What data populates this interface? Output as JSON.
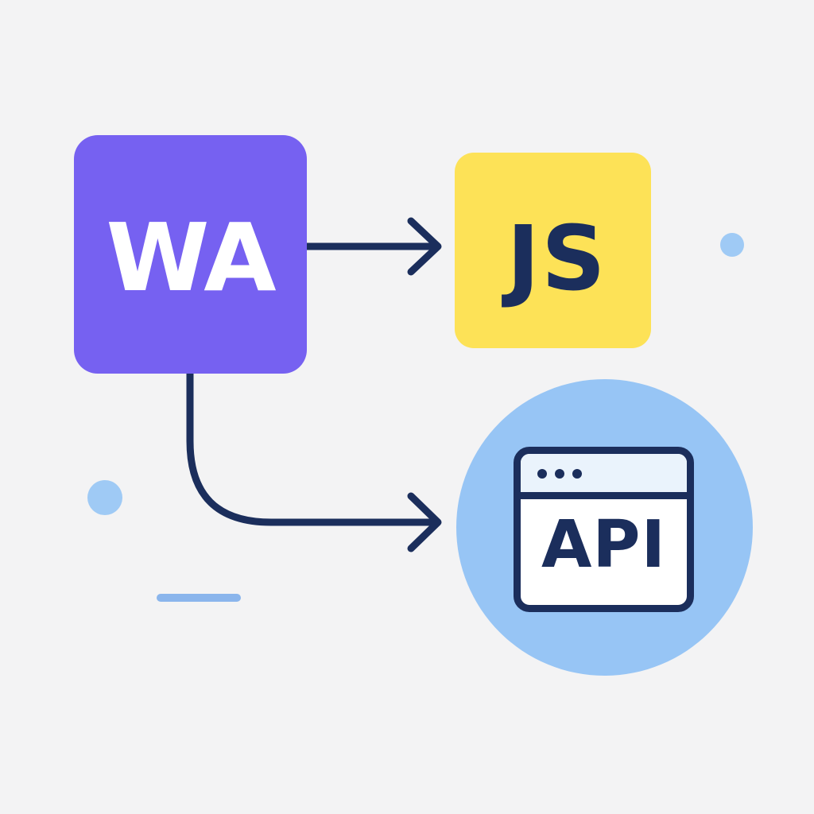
{
  "nodes": {
    "wa": {
      "label": "WA",
      "color": "#7661f1"
    },
    "js": {
      "label": "JS",
      "color": "#fde257",
      "text_color": "#1b2e5c"
    },
    "api": {
      "label": "API",
      "circle_color": "#97c5f5",
      "text_color": "#1b2e5c"
    }
  },
  "connectors": {
    "color": "#1b2e5c"
  },
  "decorations": {
    "dot_color": "#9fcaf5",
    "dash_color": "#8ab5ec"
  }
}
